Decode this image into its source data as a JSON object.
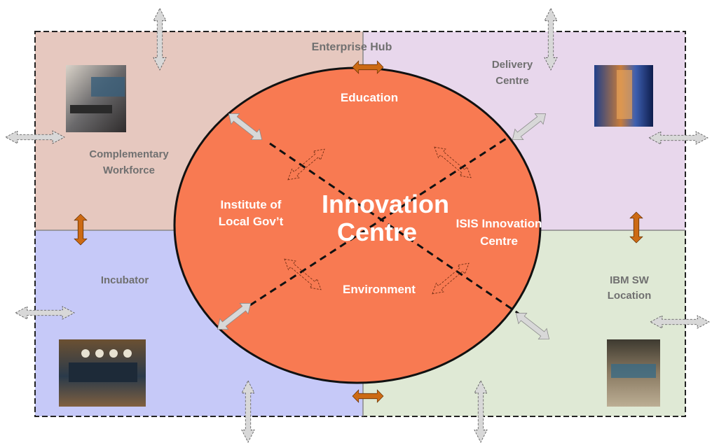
{
  "colors": {
    "enterprise_hub": "#e6c8bf",
    "delivery_centre": "#e8d7ec",
    "incubator": "#c6c9f8",
    "ibm_sw": "#dfe9d5",
    "ellipse": "#f87a52",
    "orange_arrow": "#cc6a14",
    "grey_arrow": "#d8d8d8",
    "label_grey": "#707070"
  },
  "quadrants": {
    "enterprise_hub": "Enterprise Hub",
    "delivery_line1": "Delivery",
    "delivery_line2": "Centre",
    "complementary_line1": "Complementary",
    "complementary_line2": "Workforce",
    "incubator": "Incubator",
    "ibm_line1": "IBM SW",
    "ibm_line2": "Location"
  },
  "centre": {
    "title_line1": "Innovation",
    "title_line2": "Centre",
    "education": "Education",
    "environment": "Environment",
    "institute_line1": "Institute of",
    "institute_line2": "Local Gov’t",
    "isis_line1": "ISIS Innovation",
    "isis_line2": "Centre"
  },
  "photos": {
    "top_left": "control-room-photo",
    "top_right": "corridor-photo",
    "bottom_left": "video-wall-room-photo",
    "bottom_right": "operations-floor-photo"
  }
}
